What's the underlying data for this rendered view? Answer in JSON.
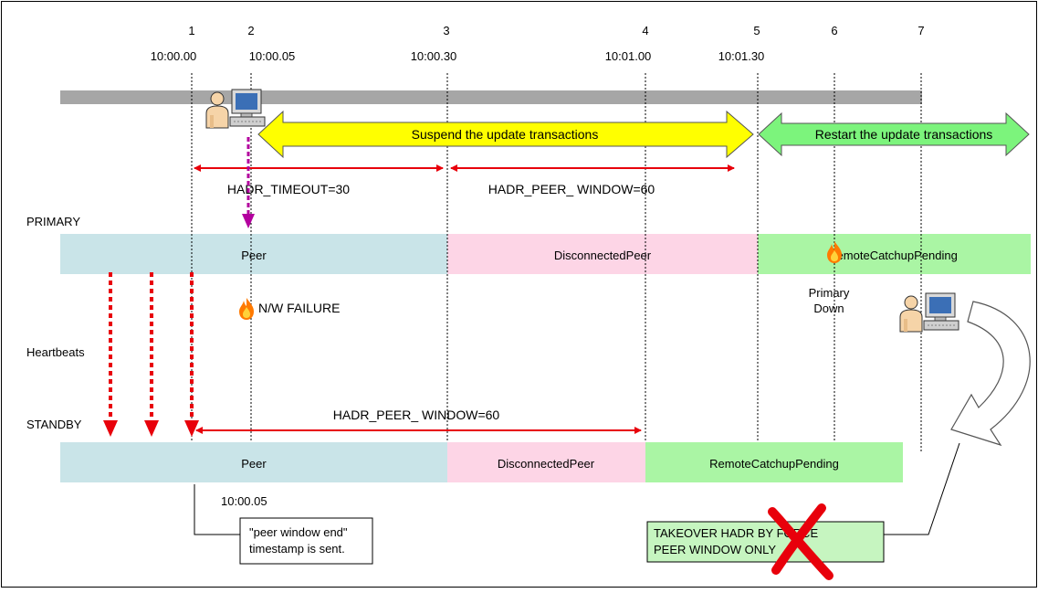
{
  "timeline": {
    "points": [
      {
        "num": "1",
        "time": "10:00.00"
      },
      {
        "num": "2",
        "time": "10:00.05"
      },
      {
        "num": "3",
        "time": "10:00.30"
      },
      {
        "num": "4",
        "time": "10:01.00"
      },
      {
        "num": "5",
        "time": "10:01.30"
      },
      {
        "num": "6",
        "time": ""
      },
      {
        "num": "7",
        "time": ""
      }
    ]
  },
  "arrows": {
    "suspend": "Suspend the update transactions",
    "restart": "Restart the update transactions",
    "hadr_timeout": "HADR_TIMEOUT=30",
    "peer_window_primary": "HADR_PEER_ WINDOW=60",
    "peer_window_standby": "HADR_PEER_ WINDOW=60"
  },
  "labels": {
    "primary": "PRIMARY",
    "standby": "STANDBY",
    "heartbeats": "Heartbeats",
    "nw_failure": "N/W FAILURE",
    "primary_down_line1": "Primary",
    "primary_down_line2": "Down",
    "standby_time": "10:00.05"
  },
  "primary_states": [
    "Peer",
    "DisconnectedPeer",
    "RemoteCatchupPending"
  ],
  "standby_states": [
    "Peer",
    "DisconnectedPeer",
    "RemoteCatchupPending"
  ],
  "callouts": {
    "peer_window_line1": "\"peer window end\"",
    "peer_window_line2": "timestamp is sent.",
    "takeover_line1": "TAKEOVER HADR BY FORCE",
    "takeover_line2": "PEER WINDOW ONLY"
  },
  "colors": {
    "peer": "#c9e4e8",
    "disconnected": "#fdd5e6",
    "catchup": "#aaf5a4",
    "suspend_arrow": "#ffff00",
    "restart_arrow": "#7cf47c",
    "red": "#e8000b",
    "magenta": "#b3009e"
  },
  "icons": [
    "user-at-computer-icon",
    "fire-icon",
    "red-x-icon"
  ]
}
